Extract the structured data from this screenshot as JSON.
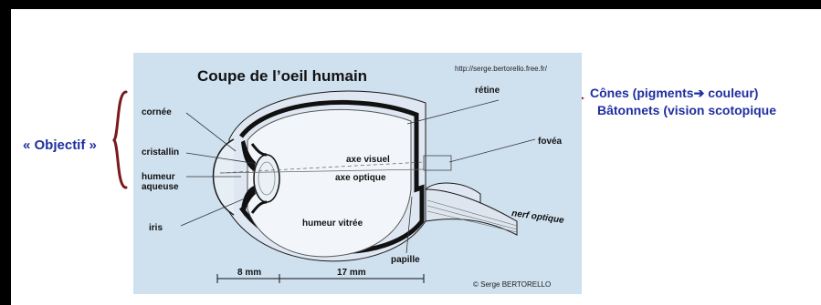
{
  "diagram": {
    "title": "Coupe de l’oeil humain",
    "url": "http://serge.bertorello.free.fr/",
    "credit": "© Serge BERTORELLO",
    "labels": {
      "cornee": "cornée",
      "cristallin": "cristallin",
      "humeur_aqueuse_1": "humeur",
      "humeur_aqueuse_2": "aqueuse",
      "iris": "iris",
      "retine": "rétine",
      "fovea": "fovéa",
      "axe_visuel": "axe visuel",
      "axe_optique": "axe optique",
      "humeur_vitree": "humeur vitrée",
      "nerf_optique": "nerf optique",
      "papille": "papille",
      "dim_8mm": "8 mm",
      "dim_17mm": "17 mm"
    }
  },
  "annotations": {
    "objectif": "« Objectif »",
    "cones": "Cônes (pigments",
    "cones_arrow": "➔",
    "cones_end": " couleur)",
    "batonnets": "Bâtonnets (vision scotopique"
  },
  "colors": {
    "background_frame": "#000000",
    "figure_bg": "#cfe0ef",
    "annotation_text": "#1f2fa0",
    "bracket": "#7a1a1a",
    "arrow": "#8a1a2a"
  }
}
